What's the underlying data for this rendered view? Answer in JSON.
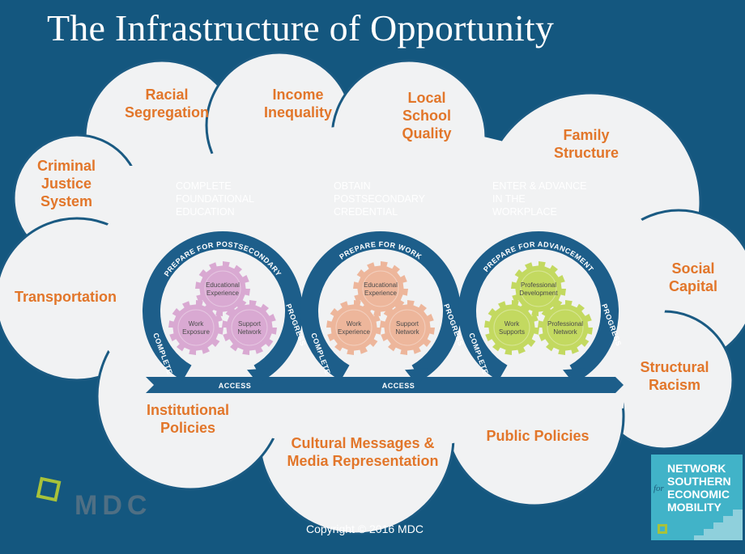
{
  "title": "The Infrastructure of Opportunity",
  "factors": {
    "racial_segregation": [
      "Racial",
      "Segregation"
    ],
    "income_inequality": [
      "Income",
      "Inequality"
    ],
    "local_school_quality": [
      "Local",
      "School",
      "Quality"
    ],
    "family_structure": [
      "Family",
      "Structure"
    ],
    "criminal_justice": [
      "Criminal",
      "Justice",
      "System"
    ],
    "transportation": [
      "Transportation"
    ],
    "social_capital": [
      "Social",
      "Capital"
    ],
    "structural_racism": [
      "Structural",
      "Racism"
    ],
    "institutional_policies": [
      "Institutional",
      "Policies"
    ],
    "cultural_messages": [
      "Cultural Messages &",
      "Media Representation"
    ],
    "public_policies": [
      "Public Policies"
    ]
  },
  "stages": [
    {
      "arrow": [
        "COMPLETE",
        "FOUNDATIONAL",
        "EDUCATION"
      ],
      "arrow_color": "#5b1f4e",
      "ring_top": "PREPARE FOR POSTSECONDARY",
      "gears": [
        [
          "Educational",
          "Experience"
        ],
        [
          "Work",
          "Exposure"
        ],
        [
          "Support",
          "Network"
        ]
      ],
      "gear_color": "#d9a9d2"
    },
    {
      "arrow": [
        "OBTAIN",
        "POSTSECONDARY",
        "CREDENTIAL"
      ],
      "arrow_color": "#e2762a",
      "ring_top": "PREPARE FOR WORK",
      "gears": [
        [
          "Educational",
          "Experience"
        ],
        [
          "Work",
          "Experience"
        ],
        [
          "Support",
          "Network"
        ]
      ],
      "gear_color": "#edb69b"
    },
    {
      "arrow": [
        "ENTER & ADVANCE",
        "IN THE",
        "WORKPLACE"
      ],
      "arrow_color": "#5a7a30",
      "ring_top": "PREPARE FOR ADVANCEMENT",
      "gears": [
        [
          "Professional",
          "Development"
        ],
        [
          "Work",
          "Supports"
        ],
        [
          "Professional",
          "Network"
        ]
      ],
      "gear_color": "#c3d960"
    }
  ],
  "ring_labels": {
    "complete": "COMPLETE",
    "progress": "PROGRESS",
    "access": "ACCESS"
  },
  "copyright": "Copyright © 2016 MDC",
  "mdc_logo": "MDC",
  "nsem_logo": {
    "lines": [
      "NETWORK",
      "SOUTHERN",
      "ECONOMIC",
      "MOBILITY"
    ],
    "for": "for"
  },
  "colors": {
    "background": "#14577f",
    "cloud": "#f1f2f3",
    "factor_text": "#e2762a",
    "ring": "#1d5e8a"
  }
}
